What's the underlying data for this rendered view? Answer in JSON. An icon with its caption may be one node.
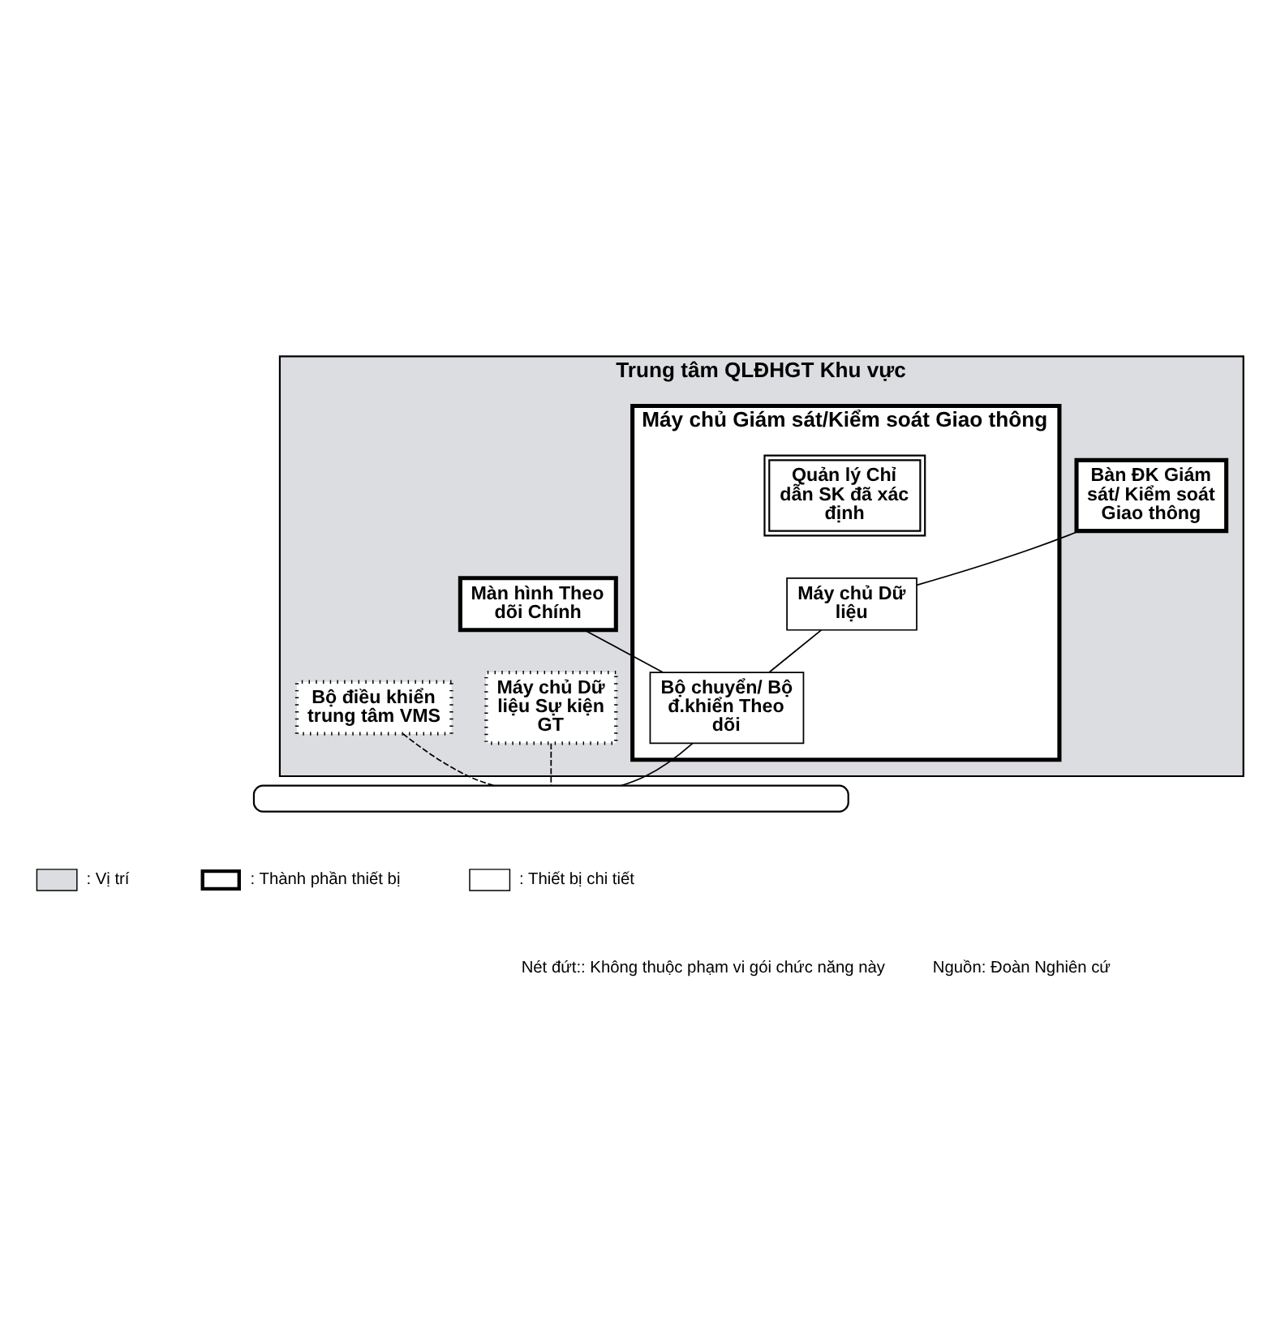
{
  "diagram": {
    "nodes": [
      {
        "text": [
          "Trung tâm QLĐHGT Khu vực"
        ]
      },
      {
        "text": [
          "Bàn ĐK Giám sát/ Kiểm soát Giao thông"
        ],
        "in": 0
      },
      {
        "text": [
          "Màn hình Theo dõi Chính"
        ],
        "in": 0
      },
      {
        "text": [
          "Máy chủ Giám sát/Kiểm soát Giao thông"
        ],
        "in": 0
      },
      {
        "text": [
          "Quản lý Chỉ dẫn SK đã xác định"
        ],
        "in": 3
      },
      {
        "text": [
          "Máy chủ Dữ liệu"
        ],
        "in": 3
      },
      {
        "text": [
          "Bộ chuyển/ Bộ đ.khiển Theo dõi"
        ],
        "in": 3
      },
      {
        "text": [
          "Máy chủ Dữ liệu Sự kiện GT"
        ],
        "in": 0
      },
      {
        "text": [
          "Bộ điều khiển trung tâm VMS"
        ],
        "in": 0
      },
      {
        "text": [],
        "shape": "bar"
      }
    ],
    "edges": [
      {
        "from": 1,
        "to": 5,
        "arrow": "none"
      },
      {
        "from": 2,
        "to": 6,
        "arrow": "none"
      },
      {
        "from": 5,
        "to": 6,
        "arrow": "none"
      },
      {
        "from": 6,
        "to": 9,
        "arrow": "none"
      },
      {
        "from": 7,
        "to": 9,
        "arrow": "none",
        "style": "dashed"
      },
      {
        "from": 8,
        "to": 9,
        "arrow": "none",
        "style": "dashed"
      }
    ],
    "labels": [
      "Nét đứt:: Không thuộc phạm vi gói chức năng này",
      "Nguồn: Đoàn Nghiên cứ"
    ],
    "legend": [
      {
        "text": ": Vị trí",
        "color": "#dcdde0"
      },
      {
        "text": ": Thành phần thiết bị"
      },
      {
        "text": ": Thiết bị chi tiết"
      }
    ]
  }
}
